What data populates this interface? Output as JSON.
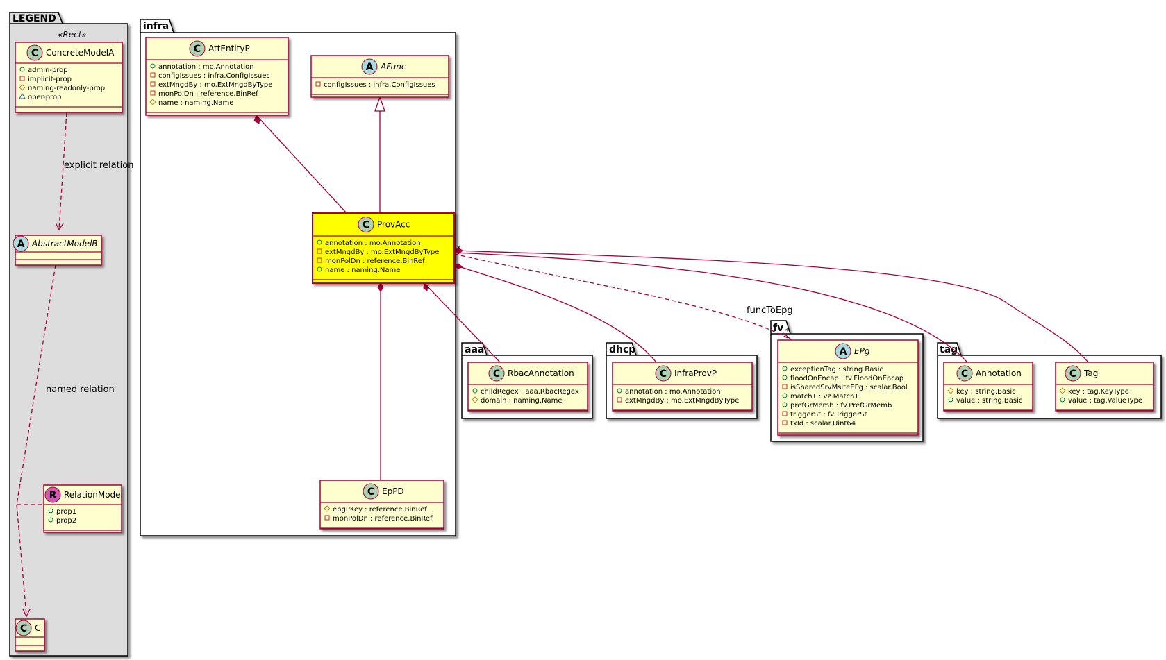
{
  "colors": {
    "class_fill": "#FEFECE",
    "class_stroke": "#A80036",
    "highlight_fill": "#FFFF00",
    "legend_fill": "#DDDDDD",
    "circle_c": "#ADD1B2",
    "circle_a": "#A9DCDF",
    "circle_r": "#D05AB6"
  },
  "packages": {
    "legend": "LEGEND",
    "infra": "infra",
    "aaa": "aaa",
    "dhcp": "dhcp",
    "fv": "fv",
    "tag": "tag"
  },
  "legend": {
    "stereotype": "«Rect»",
    "concrete": {
      "name": "ConcreteModelA",
      "attrs": [
        "admin-prop",
        "implicit-prop",
        "naming-readonly-prop",
        "oper-prop"
      ]
    },
    "abstract": {
      "name": "AbstractModelB"
    },
    "relation": {
      "name": "RelationModel",
      "attrs": [
        "prop1",
        "prop2"
      ]
    },
    "c": {
      "name": "C"
    },
    "explicit_label": "explicit relation",
    "named_label": "named relation"
  },
  "classes": {
    "attentityp": {
      "name": "AttEntityP",
      "attrs": [
        "annotation : mo.Annotation",
        "configIssues : infra.ConfigIssues",
        "extMngdBy : mo.ExtMngdByType",
        "monPolDn : reference.BinRef",
        "name : naming.Name"
      ]
    },
    "afunc": {
      "name": "AFunc",
      "attrs": [
        "configIssues : infra.ConfigIssues"
      ]
    },
    "provacc": {
      "name": "ProvAcc",
      "attrs": [
        "annotation : mo.Annotation",
        "extMngdBy : mo.ExtMngdByType",
        "monPolDn : reference.BinRef",
        "name : naming.Name"
      ]
    },
    "eppd": {
      "name": "EpPD",
      "attrs": [
        "epgPKey : reference.BinRef",
        "monPolDn : reference.BinRef"
      ]
    },
    "rbacannotation": {
      "name": "RbacAnnotation",
      "attrs": [
        "childRegex : aaa.RbacRegex",
        "domain : naming.Name"
      ]
    },
    "infraprovp": {
      "name": "InfraProvP",
      "attrs": [
        "annotation : mo.Annotation",
        "extMngdBy : mo.ExtMngdByType"
      ]
    },
    "epg": {
      "name": "EPg",
      "attrs": [
        "exceptionTag : string.Basic",
        "floodOnEncap : fv.FloodOnEncap",
        "isSharedSrvMsiteEPg : scalar.Bool",
        "matchT : vz.MatchT",
        "prefGrMemb : fv.PrefGrMemb",
        "triggerSt : fv.TriggerSt",
        "txId : scalar.Uint64"
      ]
    },
    "annotation": {
      "name": "Annotation",
      "attrs": [
        "key : string.Basic",
        "value : string.Basic"
      ]
    },
    "tag": {
      "name": "Tag",
      "attrs": [
        "key : tag.KeyType",
        "value : tag.ValueType"
      ]
    }
  },
  "relations": {
    "func_to_epg": "funcToEpg",
    "multiplicity_star": "*"
  }
}
